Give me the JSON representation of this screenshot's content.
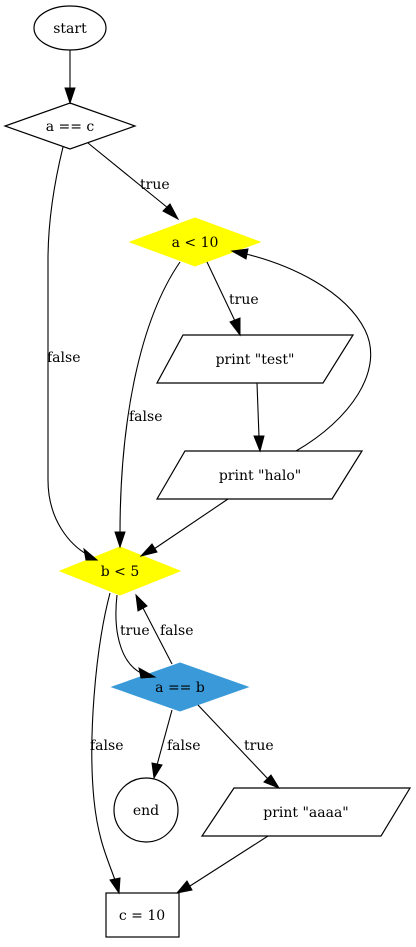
{
  "colors": {
    "stroke": "#000000",
    "background": "#ffffff",
    "yellow": "#ffff00",
    "blue": "#3a9ad9"
  },
  "nodes": {
    "start": "start",
    "cond_a_eq_c": "a == c",
    "cond_a_lt_10": "a < 10",
    "print_test": "print \"test\"",
    "print_halo": "print \"halo\"",
    "cond_b_lt_5": "b < 5",
    "cond_a_eq_b": "a == b",
    "end": "end",
    "print_aaaa": "print \"aaaa\"",
    "assign_c": "c = 10"
  },
  "edges": {
    "true": "true",
    "false": "false"
  }
}
